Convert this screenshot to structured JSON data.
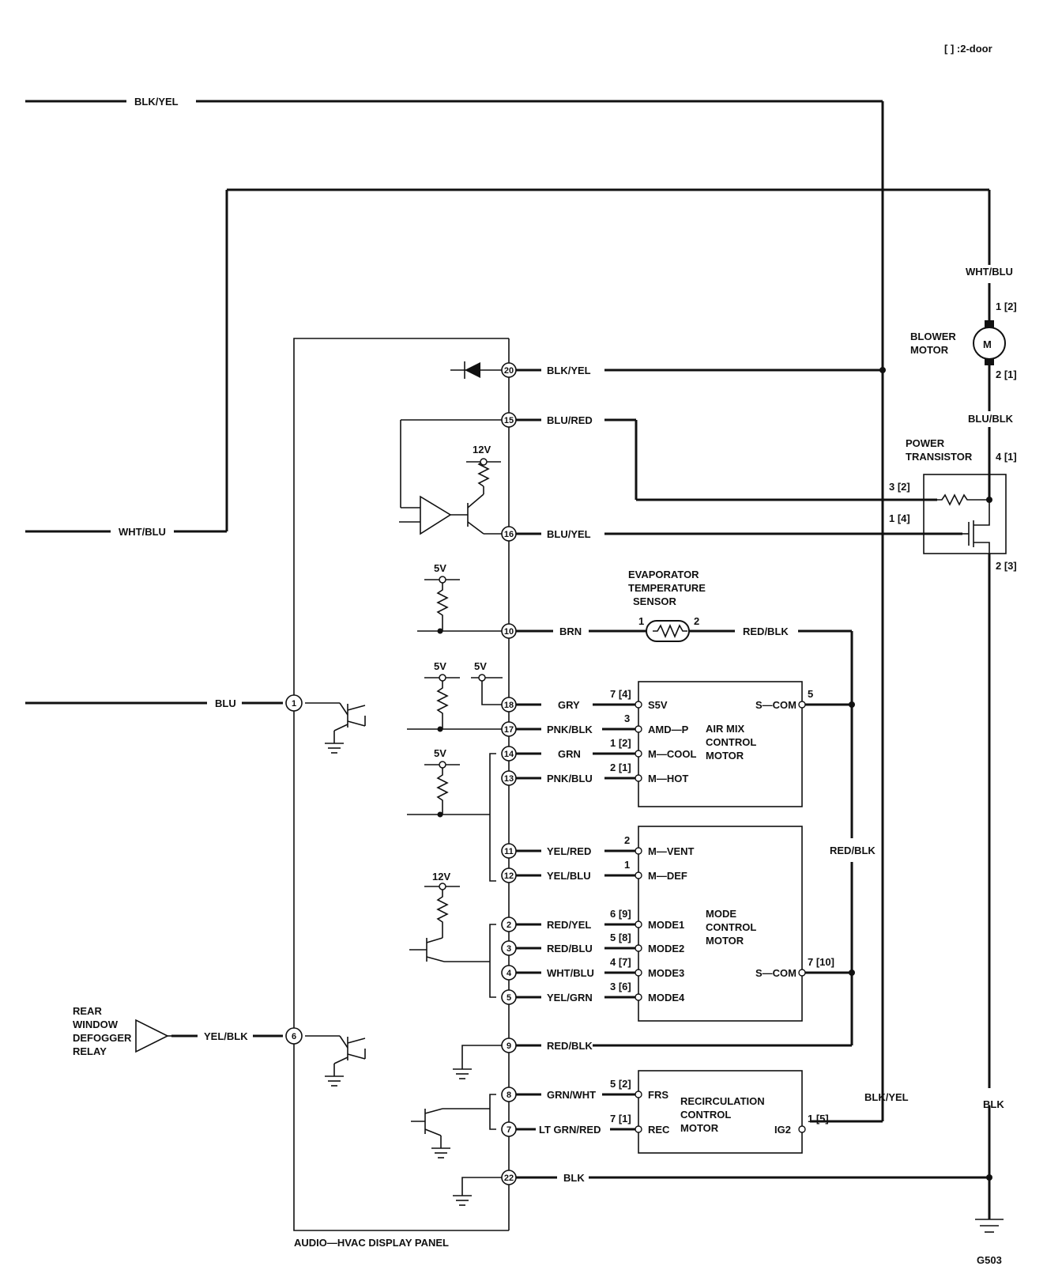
{
  "note": "[ ] :2-door",
  "components": {
    "panel": "AUDIO—HVAC DISPLAY PANEL",
    "blower": [
      "BLOWER",
      "MOTOR"
    ],
    "motor_symbol": "M",
    "power_transistor": [
      "POWER",
      "TRANSISTOR"
    ],
    "evap_sensor": [
      "EVAPORATOR",
      "TEMPERATURE",
      "SENSOR"
    ],
    "airmix": [
      "AIR MIX",
      "CONTROL",
      "MOTOR"
    ],
    "mode": [
      "MODE",
      "CONTROL",
      "MOTOR"
    ],
    "recirc": [
      "RECIRCULATION",
      "CONTROL",
      "MOTOR"
    ],
    "relay": [
      "REAR",
      "WINDOW",
      "DEFOGGER",
      "RELAY"
    ],
    "ground": "G503"
  },
  "voltages": {
    "v12": "12V",
    "v5": "5V"
  },
  "wires": {
    "blk_yel": "BLK/YEL",
    "wht_blu": "WHT/BLU",
    "blu": "BLU",
    "yel_blk": "YEL/BLK",
    "blu_red": "BLU/RED",
    "blu_yel": "BLU/YEL",
    "brn": "BRN",
    "red_blk": "RED/BLK",
    "gry": "GRY",
    "pnk_blk": "PNK/BLK",
    "grn": "GRN",
    "pnk_blu": "PNK/BLU",
    "yel_red": "YEL/RED",
    "yel_blu": "YEL/BLU",
    "red_yel": "RED/YEL",
    "red_blu": "RED/BLU",
    "yel_grn": "YEL/GRN",
    "grn_wht": "GRN/WHT",
    "ltgrn_red": "LT GRN/RED",
    "blk": "BLK",
    "blu_blk": "BLU/BLK"
  },
  "pins": {
    "p20": "20",
    "p15": "15",
    "p16": "16",
    "p10": "10",
    "p1": "1",
    "p18": "18",
    "p17": "17",
    "p14": "14",
    "p13": "13",
    "p11": "11",
    "p12": "12",
    "p2": "2",
    "p3": "3",
    "p4": "4",
    "p5": "5",
    "p6": "6",
    "p9": "9",
    "p8": "8",
    "p7": "7",
    "p22": "22"
  },
  "terminals": {
    "airmix": [
      "S5V",
      "AMD—P",
      "M—COOL",
      "M—HOT",
      "S—COM"
    ],
    "mode": [
      "M—VENT",
      "M—DEF",
      "MODE1",
      "MODE2",
      "MODE3",
      "MODE4",
      "S—COM"
    ],
    "recirc": [
      "FRS",
      "REC",
      "IG2"
    ]
  },
  "connector_pins": {
    "blower_top": "1  [2]",
    "blower_bot": "2  [1]",
    "pt_4": "4  [1]",
    "pt_3": "3  [2]",
    "pt_1": "1  [4]",
    "pt_2": "2  [3]",
    "evap_1": "1",
    "evap_2": "2",
    "am_7": "7  [4]",
    "am_3": "3",
    "am_1": "1  [2]",
    "am_2": "2  [1]",
    "am_5": "5",
    "md_2": "2",
    "md_1": "1",
    "md_6": "6  [9]",
    "md_5": "5  [8]",
    "md_4": "4  [7]",
    "md_3": "3  [6]",
    "md_7": "7  [10]",
    "rc_5": "5  [2]",
    "rc_7": "7  [1]",
    "rc_1": "1  [5]"
  }
}
